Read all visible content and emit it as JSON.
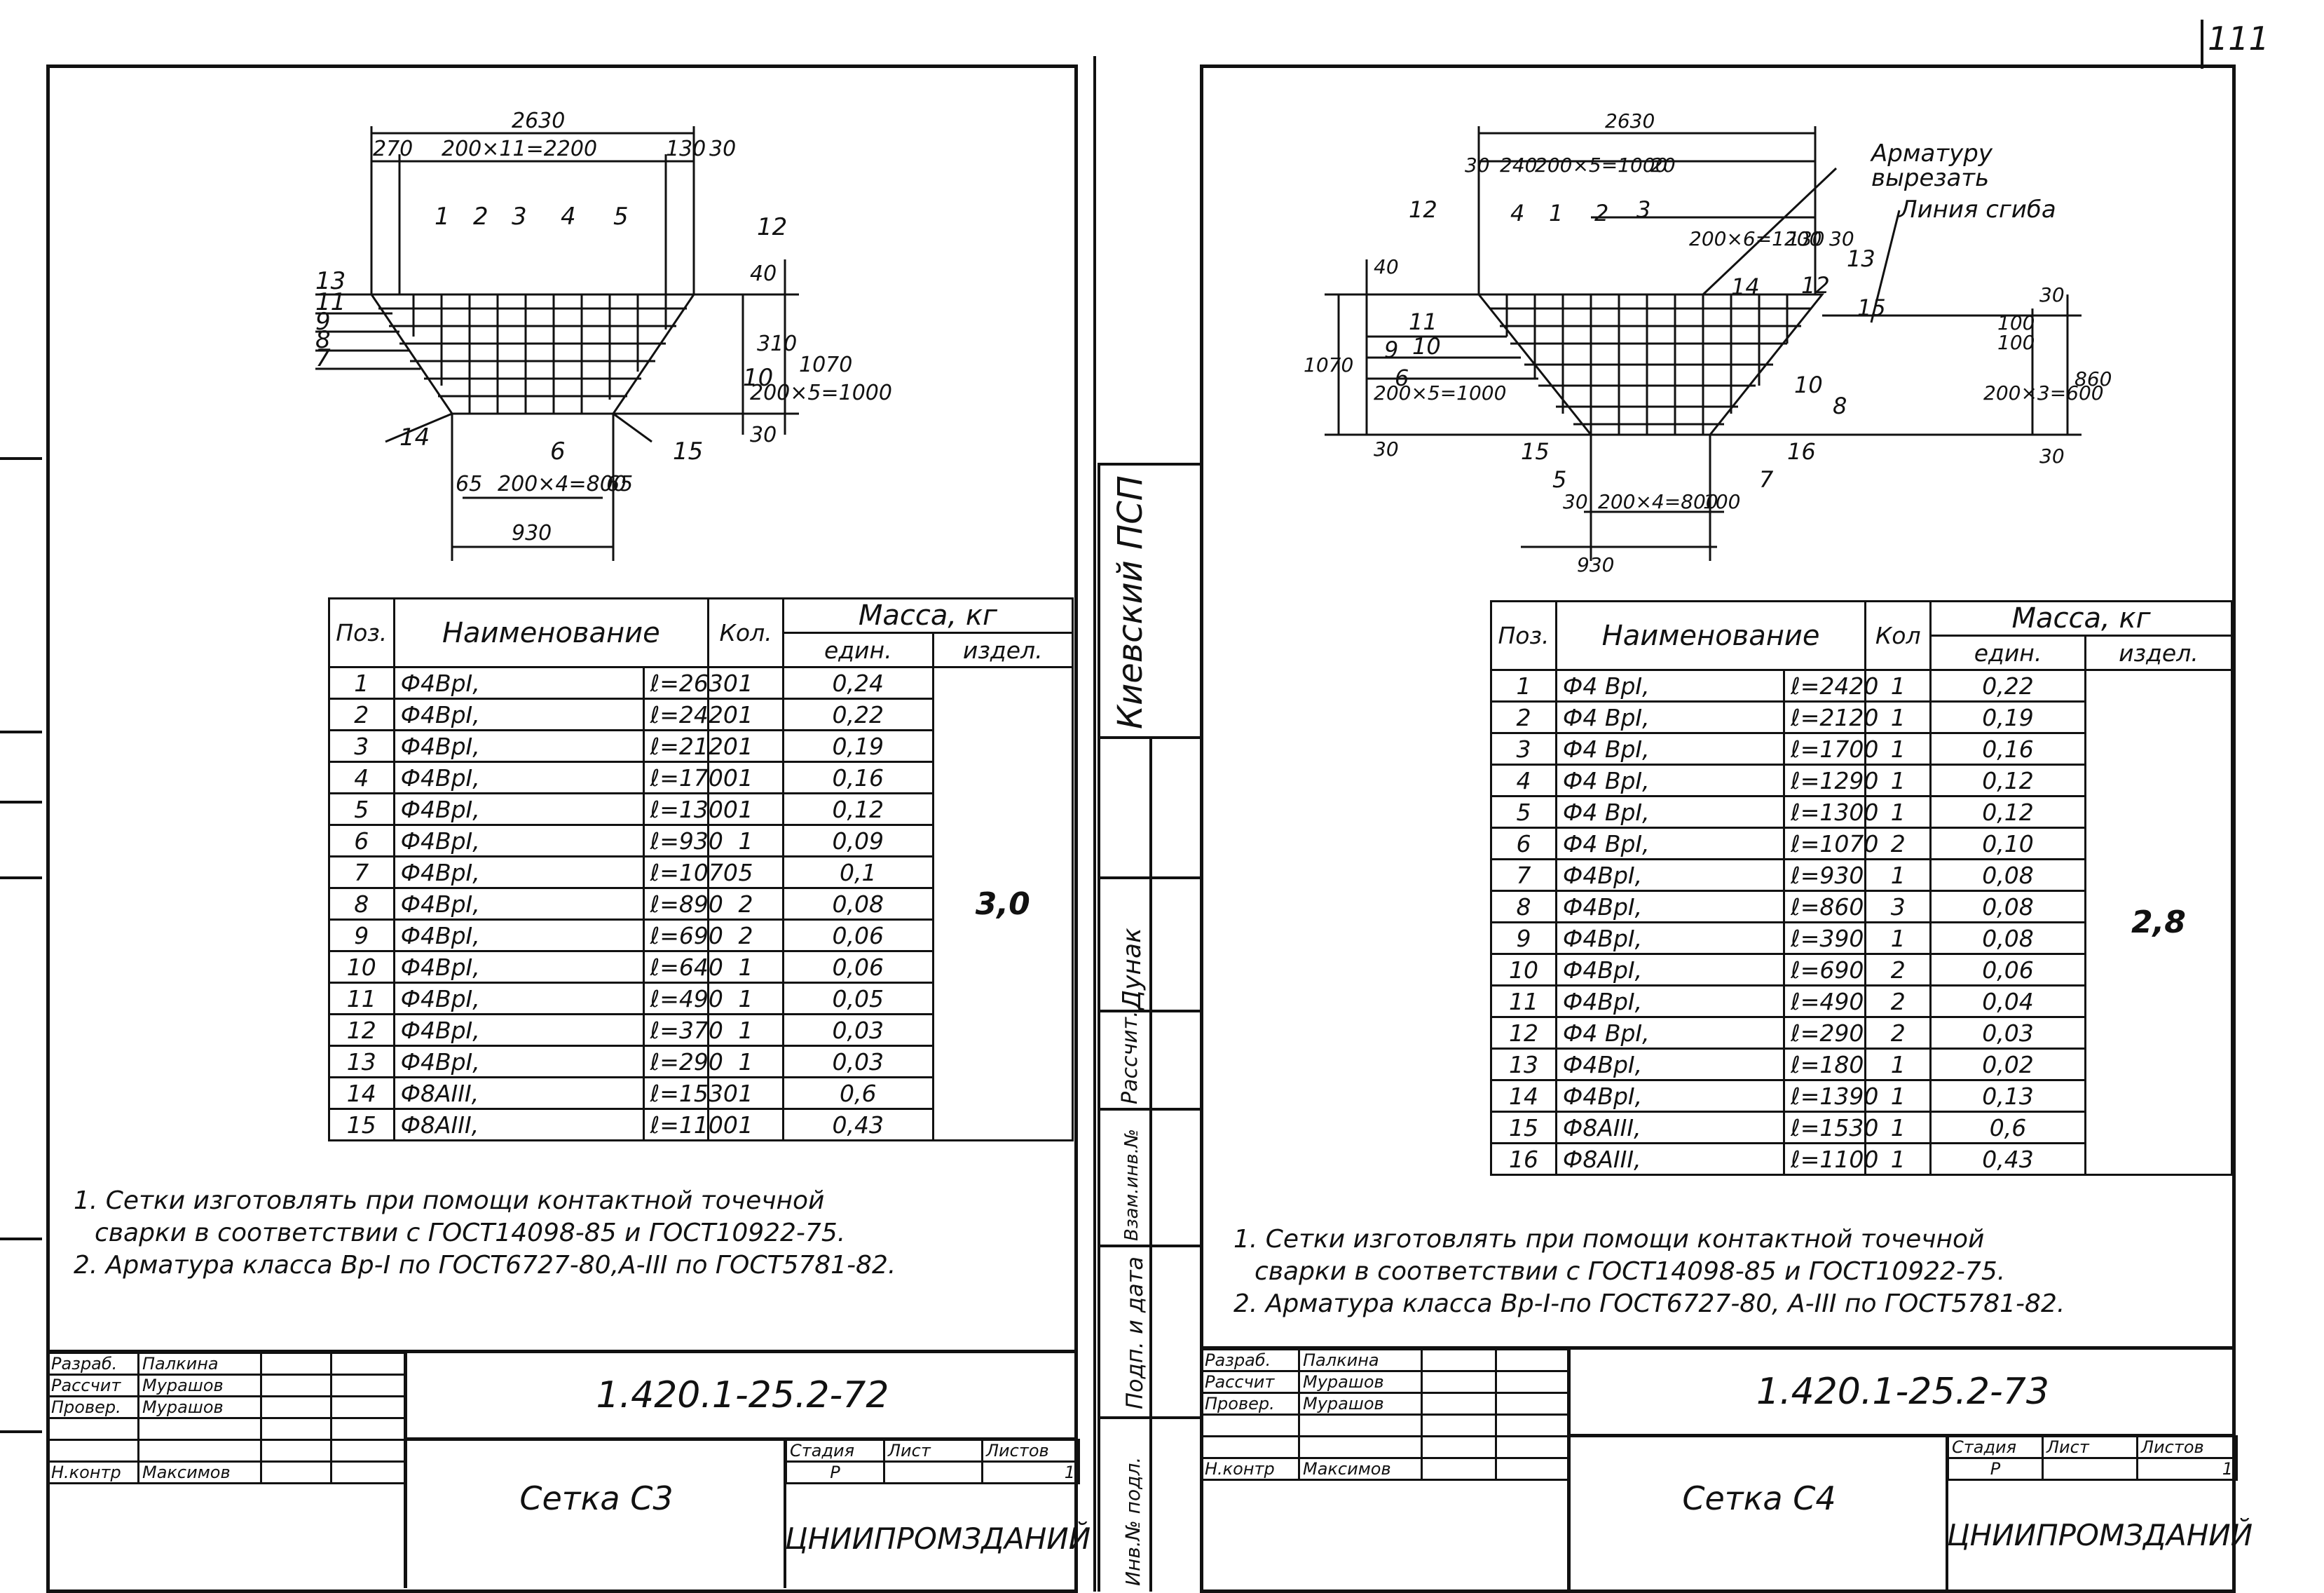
{
  "page_number": "111",
  "side_strip": {
    "org_label": "Киевский ПСП",
    "raschit": "Рассчит.",
    "dunak": "Дунак",
    "vzam_inv": "Взам.инв.№",
    "podp_data": "Подп. и дата",
    "inv_podl": "Инв.№ подл."
  },
  "sheets": [
    {
      "drawing": {
        "dims": {
          "top_overall": "2630",
          "top_left": "270",
          "top_mid": "200×11=2200",
          "top_r1": "130",
          "top_r2": "30",
          "right_top": "40",
          "right_1": "310",
          "right_2": "200×5=1000",
          "right_overall": "1070",
          "right_bot": "30",
          "bot_left": "65",
          "bot_mid": "200×4=800",
          "bot_right": "65",
          "bot_overall": "930"
        },
        "callouts": [
          "1",
          "2",
          "3",
          "4",
          "5",
          "12",
          "13",
          "11",
          "9",
          "8",
          "7",
          "10",
          "14",
          "6",
          "15"
        ]
      },
      "table": {
        "headers": {
          "pos": "Поз.",
          "name": "Наименование",
          "qty": "Кол.",
          "mass": "Масса, кг",
          "unit": "един.",
          "item": "издел."
        },
        "rows": [
          {
            "pos": "1",
            "bar": "Ф4ВрI,",
            "len": "ℓ=2630",
            "qty": "1",
            "mass": "0,24"
          },
          {
            "pos": "2",
            "bar": "Ф4ВрI,",
            "len": "ℓ=2420",
            "qty": "1",
            "mass": "0,22"
          },
          {
            "pos": "3",
            "bar": "Ф4ВрI,",
            "len": "ℓ=2120",
            "qty": "1",
            "mass": "0,19"
          },
          {
            "pos": "4",
            "bar": "Ф4ВрI,",
            "len": "ℓ=1700",
            "qty": "1",
            "mass": "0,16"
          },
          {
            "pos": "5",
            "bar": "Ф4ВрI,",
            "len": "ℓ=1300",
            "qty": "1",
            "mass": "0,12"
          },
          {
            "pos": "6",
            "bar": "Ф4ВрI,",
            "len": "ℓ=930",
            "qty": "1",
            "mass": "0,09"
          },
          {
            "pos": "7",
            "bar": "Ф4ВрI,",
            "len": "ℓ=1070",
            "qty": "5",
            "mass": "0,1"
          },
          {
            "pos": "8",
            "bar": "Ф4ВрI,",
            "len": "ℓ=890",
            "qty": "2",
            "mass": "0,08"
          },
          {
            "pos": "9",
            "bar": "Ф4ВрI,",
            "len": "ℓ=690",
            "qty": "2",
            "mass": "0,06"
          },
          {
            "pos": "10",
            "bar": "Ф4ВрI,",
            "len": "ℓ=640",
            "qty": "1",
            "mass": "0,06"
          },
          {
            "pos": "11",
            "bar": "Ф4ВрI,",
            "len": "ℓ=490",
            "qty": "1",
            "mass": "0,05"
          },
          {
            "pos": "12",
            "bar": "Ф4ВрI,",
            "len": "ℓ=370",
            "qty": "1",
            "mass": "0,03"
          },
          {
            "pos": "13",
            "bar": "Ф4ВрI,",
            "len": "ℓ=290",
            "qty": "1",
            "mass": "0,03"
          },
          {
            "pos": "14",
            "bar": "Ф8АIII,",
            "len": "ℓ=1530",
            "qty": "1",
            "mass": "0,6"
          },
          {
            "pos": "15",
            "bar": "Ф8АIII,",
            "len": "ℓ=1100",
            "qty": "1",
            "mass": "0,43"
          }
        ],
        "total": "3,0"
      },
      "notes": [
        "1. Сетки изготовлять при помощи контактной точечной",
        "сварки в соответствии с ГОСТ14098-85 и ГОСТ10922-75.",
        "2. Арматура класса Вр-I по ГОСТ6727-80,А-III по ГОСТ5781-82."
      ],
      "title_block": {
        "roles": [
          "Разраб.",
          "Рассчит",
          "Провер.",
          "",
          "",
          "Н.контр"
        ],
        "names": [
          "Палкина",
          "Мурашов",
          "Мурашов",
          "",
          "",
          "Максимов"
        ],
        "code": "1.420.1-25.2-72",
        "name": "Сетка С3",
        "stage_label": "Стадия",
        "sheet_label": "Лист",
        "sheets_label": "Листов",
        "stage": "Р",
        "sheet": "",
        "sheets": "1",
        "org": "ЦНИИПРОМЗДАНИЙ"
      }
    },
    {
      "drawing": {
        "dims": {
          "top_overall": "2630",
          "top_a": "30",
          "top_b": "240",
          "top_mid": "200×5=1000",
          "top_c": "20",
          "top_mid2": "200×6=1200",
          "top_d": "130",
          "top_e": "30",
          "left_overall": "1070",
          "left_top": "40",
          "left_mid": "200×5=1000",
          "left_bot": "30",
          "right_top": "30",
          "right_1": "100",
          "right_2": "100",
          "right_mid": "200×3=600",
          "right_overall": "860",
          "right_bot": "30",
          "bot_left": "30",
          "bot_mid": "200×4=800",
          "bot_right": "100",
          "bot_overall": "930",
          "note1": "Арматуру",
          "note2": "вырезать",
          "note3": "Линия сгиба"
        },
        "callouts": [
          "12",
          "4",
          "1",
          "2",
          "3",
          "14",
          "12",
          "13",
          "15",
          "11",
          "9",
          "10",
          "6",
          "10",
          "8",
          "15",
          "16",
          "5",
          "7"
        ]
      },
      "table": {
        "headers": {
          "pos": "Поз.",
          "name": "Наименование",
          "qty": "Кол",
          "mass": "Масса, кг",
          "unit": "един.",
          "item": "издел."
        },
        "rows": [
          {
            "pos": "1",
            "bar": "Ф4 ВрI,",
            "len": "ℓ=2420",
            "qty": "1",
            "mass": "0,22"
          },
          {
            "pos": "2",
            "bar": "Ф4 ВрI,",
            "len": "ℓ=2120",
            "qty": "1",
            "mass": "0,19"
          },
          {
            "pos": "3",
            "bar": "Ф4 ВрI,",
            "len": "ℓ=1700",
            "qty": "1",
            "mass": "0,16"
          },
          {
            "pos": "4",
            "bar": "Ф4 ВрI,",
            "len": "ℓ=1290",
            "qty": "1",
            "mass": "0,12"
          },
          {
            "pos": "5",
            "bar": "Ф4 ВрI,",
            "len": "ℓ=1300",
            "qty": "1",
            "mass": "0,12"
          },
          {
            "pos": "6",
            "bar": "Ф4 ВрI,",
            "len": "ℓ=1070",
            "qty": "2",
            "mass": "0,10"
          },
          {
            "pos": "7",
            "bar": "Ф4ВрI,",
            "len": "ℓ=930",
            "qty": "1",
            "mass": "0,08"
          },
          {
            "pos": "8",
            "bar": "Ф4ВрI,",
            "len": "ℓ=860",
            "qty": "3",
            "mass": "0,08"
          },
          {
            "pos": "9",
            "bar": "Ф4ВрI,",
            "len": "ℓ=390",
            "qty": "1",
            "mass": "0,08"
          },
          {
            "pos": "10",
            "bar": "Ф4ВрI,",
            "len": "ℓ=690",
            "qty": "2",
            "mass": "0,06"
          },
          {
            "pos": "11",
            "bar": "Ф4ВрI,",
            "len": "ℓ=490",
            "qty": "2",
            "mass": "0,04"
          },
          {
            "pos": "12",
            "bar": "Ф4 ВрI,",
            "len": "ℓ=290",
            "qty": "2",
            "mass": "0,03"
          },
          {
            "pos": "13",
            "bar": "Ф4ВрI,",
            "len": "ℓ=180",
            "qty": "1",
            "mass": "0,02"
          },
          {
            "pos": "14",
            "bar": "Ф4ВрI,",
            "len": "ℓ=1390",
            "qty": "1",
            "mass": "0,13"
          },
          {
            "pos": "15",
            "bar": "Ф8АIII,",
            "len": "ℓ=1530",
            "qty": "1",
            "mass": "0,6"
          },
          {
            "pos": "16",
            "bar": "Ф8АIII,",
            "len": "ℓ=1100",
            "qty": "1",
            "mass": "0,43"
          }
        ],
        "total": "2,8"
      },
      "notes": [
        "1. Сетки изготовлять при помощи контактной точечной",
        "сварки в соответствии с ГОСТ14098-85 и ГОСТ10922-75.",
        "2. Арматура класса Вр-I-по ГОСТ6727-80, А-III по ГОСТ5781-82."
      ],
      "title_block": {
        "roles": [
          "Разраб.",
          "Рассчит",
          "Провер.",
          "",
          "",
          "Н.контр"
        ],
        "names": [
          "Палкина",
          "Мурашов",
          "Мурашов",
          "",
          "",
          "Максимов"
        ],
        "code": "1.420.1-25.2-73",
        "name": "Сетка С4",
        "stage_label": "Стадия",
        "sheet_label": "Лист",
        "sheets_label": "Листов",
        "stage": "Р",
        "sheet": "",
        "sheets": "1",
        "org": "ЦНИИПРОМЗДАНИЙ"
      }
    }
  ]
}
